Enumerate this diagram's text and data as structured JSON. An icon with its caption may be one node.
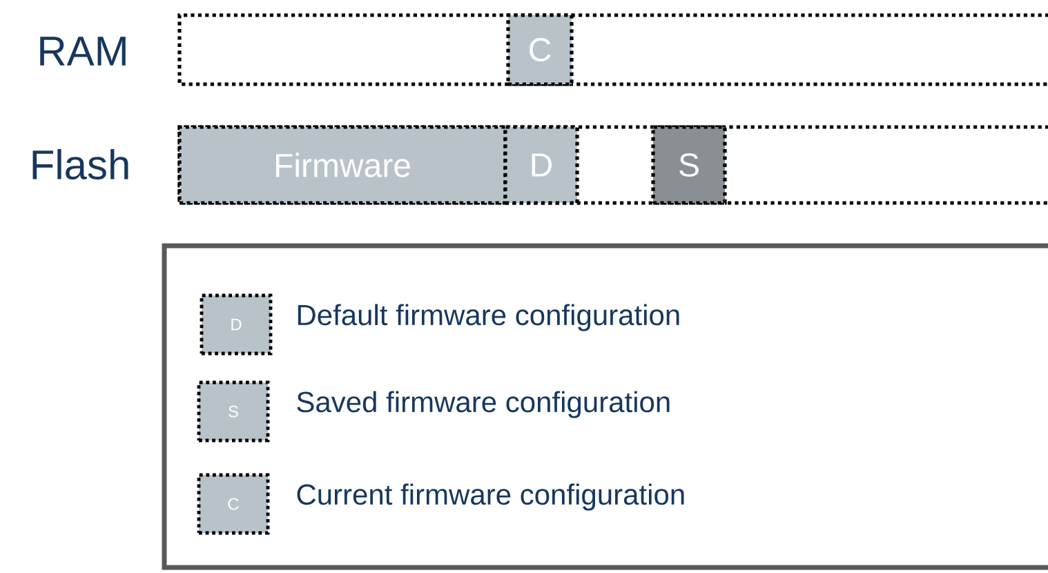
{
  "diagram": {
    "nodes": [
      {
        "text": [
          "RAM"
        ]
      },
      {
        "text": [
          "C"
        ],
        "in": 0
      },
      {
        "text": [
          "Flash"
        ]
      },
      {
        "text": [
          "Firmware"
        ],
        "in": 2
      },
      {
        "text": [
          "D"
        ],
        "in": 2
      },
      {
        "text": [
          "S"
        ],
        "in": 2
      }
    ],
    "labels": [
      "D",
      "S",
      "C"
    ],
    "legend": [
      {
        "text": "Default firmware configuration",
        "color": "#b8c3c9"
      },
      {
        "text": "Saved firmware configuration",
        "color": "#b8c3c9"
      },
      {
        "text": "Current firmware configuration",
        "color": "#b8c3c9"
      }
    ]
  }
}
